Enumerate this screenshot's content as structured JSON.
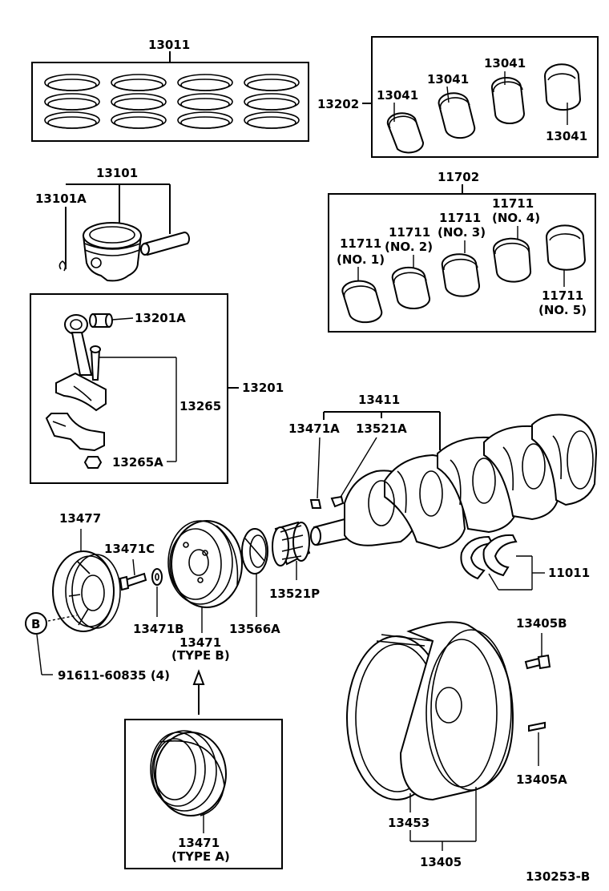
{
  "labels": {
    "piston_ring_set": "13011",
    "bearing_set_rod": "13202",
    "rod_bearing_1": "13041",
    "rod_bearing_2": "13041",
    "rod_bearing_3": "13041",
    "rod_bearing_4": "13041",
    "piston_assy": "13101",
    "piston_clip": "13101A",
    "main_bearing_set": "11702",
    "main_bearing_1_num": "11711",
    "main_bearing_1_pos": "(NO. 1)",
    "main_bearing_2_num": "11711",
    "main_bearing_2_pos": "(NO. 2)",
    "main_bearing_3_num": "11711",
    "main_bearing_3_pos": "(NO. 3)",
    "main_bearing_4_num": "11711",
    "main_bearing_4_pos": "(NO. 4)",
    "main_bearing_5_num": "11711",
    "main_bearing_5_pos": "(NO. 5)",
    "rod_bushing": "13201A",
    "connecting_rod_assy": "13201",
    "rod_bolt": "13265",
    "rod_nut": "13265A",
    "crankshaft": "13411",
    "crank_key_a": "13471A",
    "crank_key_b": "13521A",
    "pulley": "13477",
    "pulley_bolt": "13471C",
    "pulley_washer": "13471B",
    "damper_type_b_num": "13471",
    "damper_type_b_type": "(TYPE B)",
    "oil_slinger": "13566A",
    "crank_gear": "13521P",
    "thrust_washer": "11011",
    "callout_b": "B",
    "bolt_ref": "91611-60835 (4)",
    "damper_type_a_num": "13471",
    "damper_type_a_type": "(TYPE A)",
    "flywheel_bolt": "13405B",
    "flywheel_pin": "13405A",
    "ring_gear": "13453",
    "flywheel_assy": "13405",
    "drawing_code": "130253-B"
  }
}
